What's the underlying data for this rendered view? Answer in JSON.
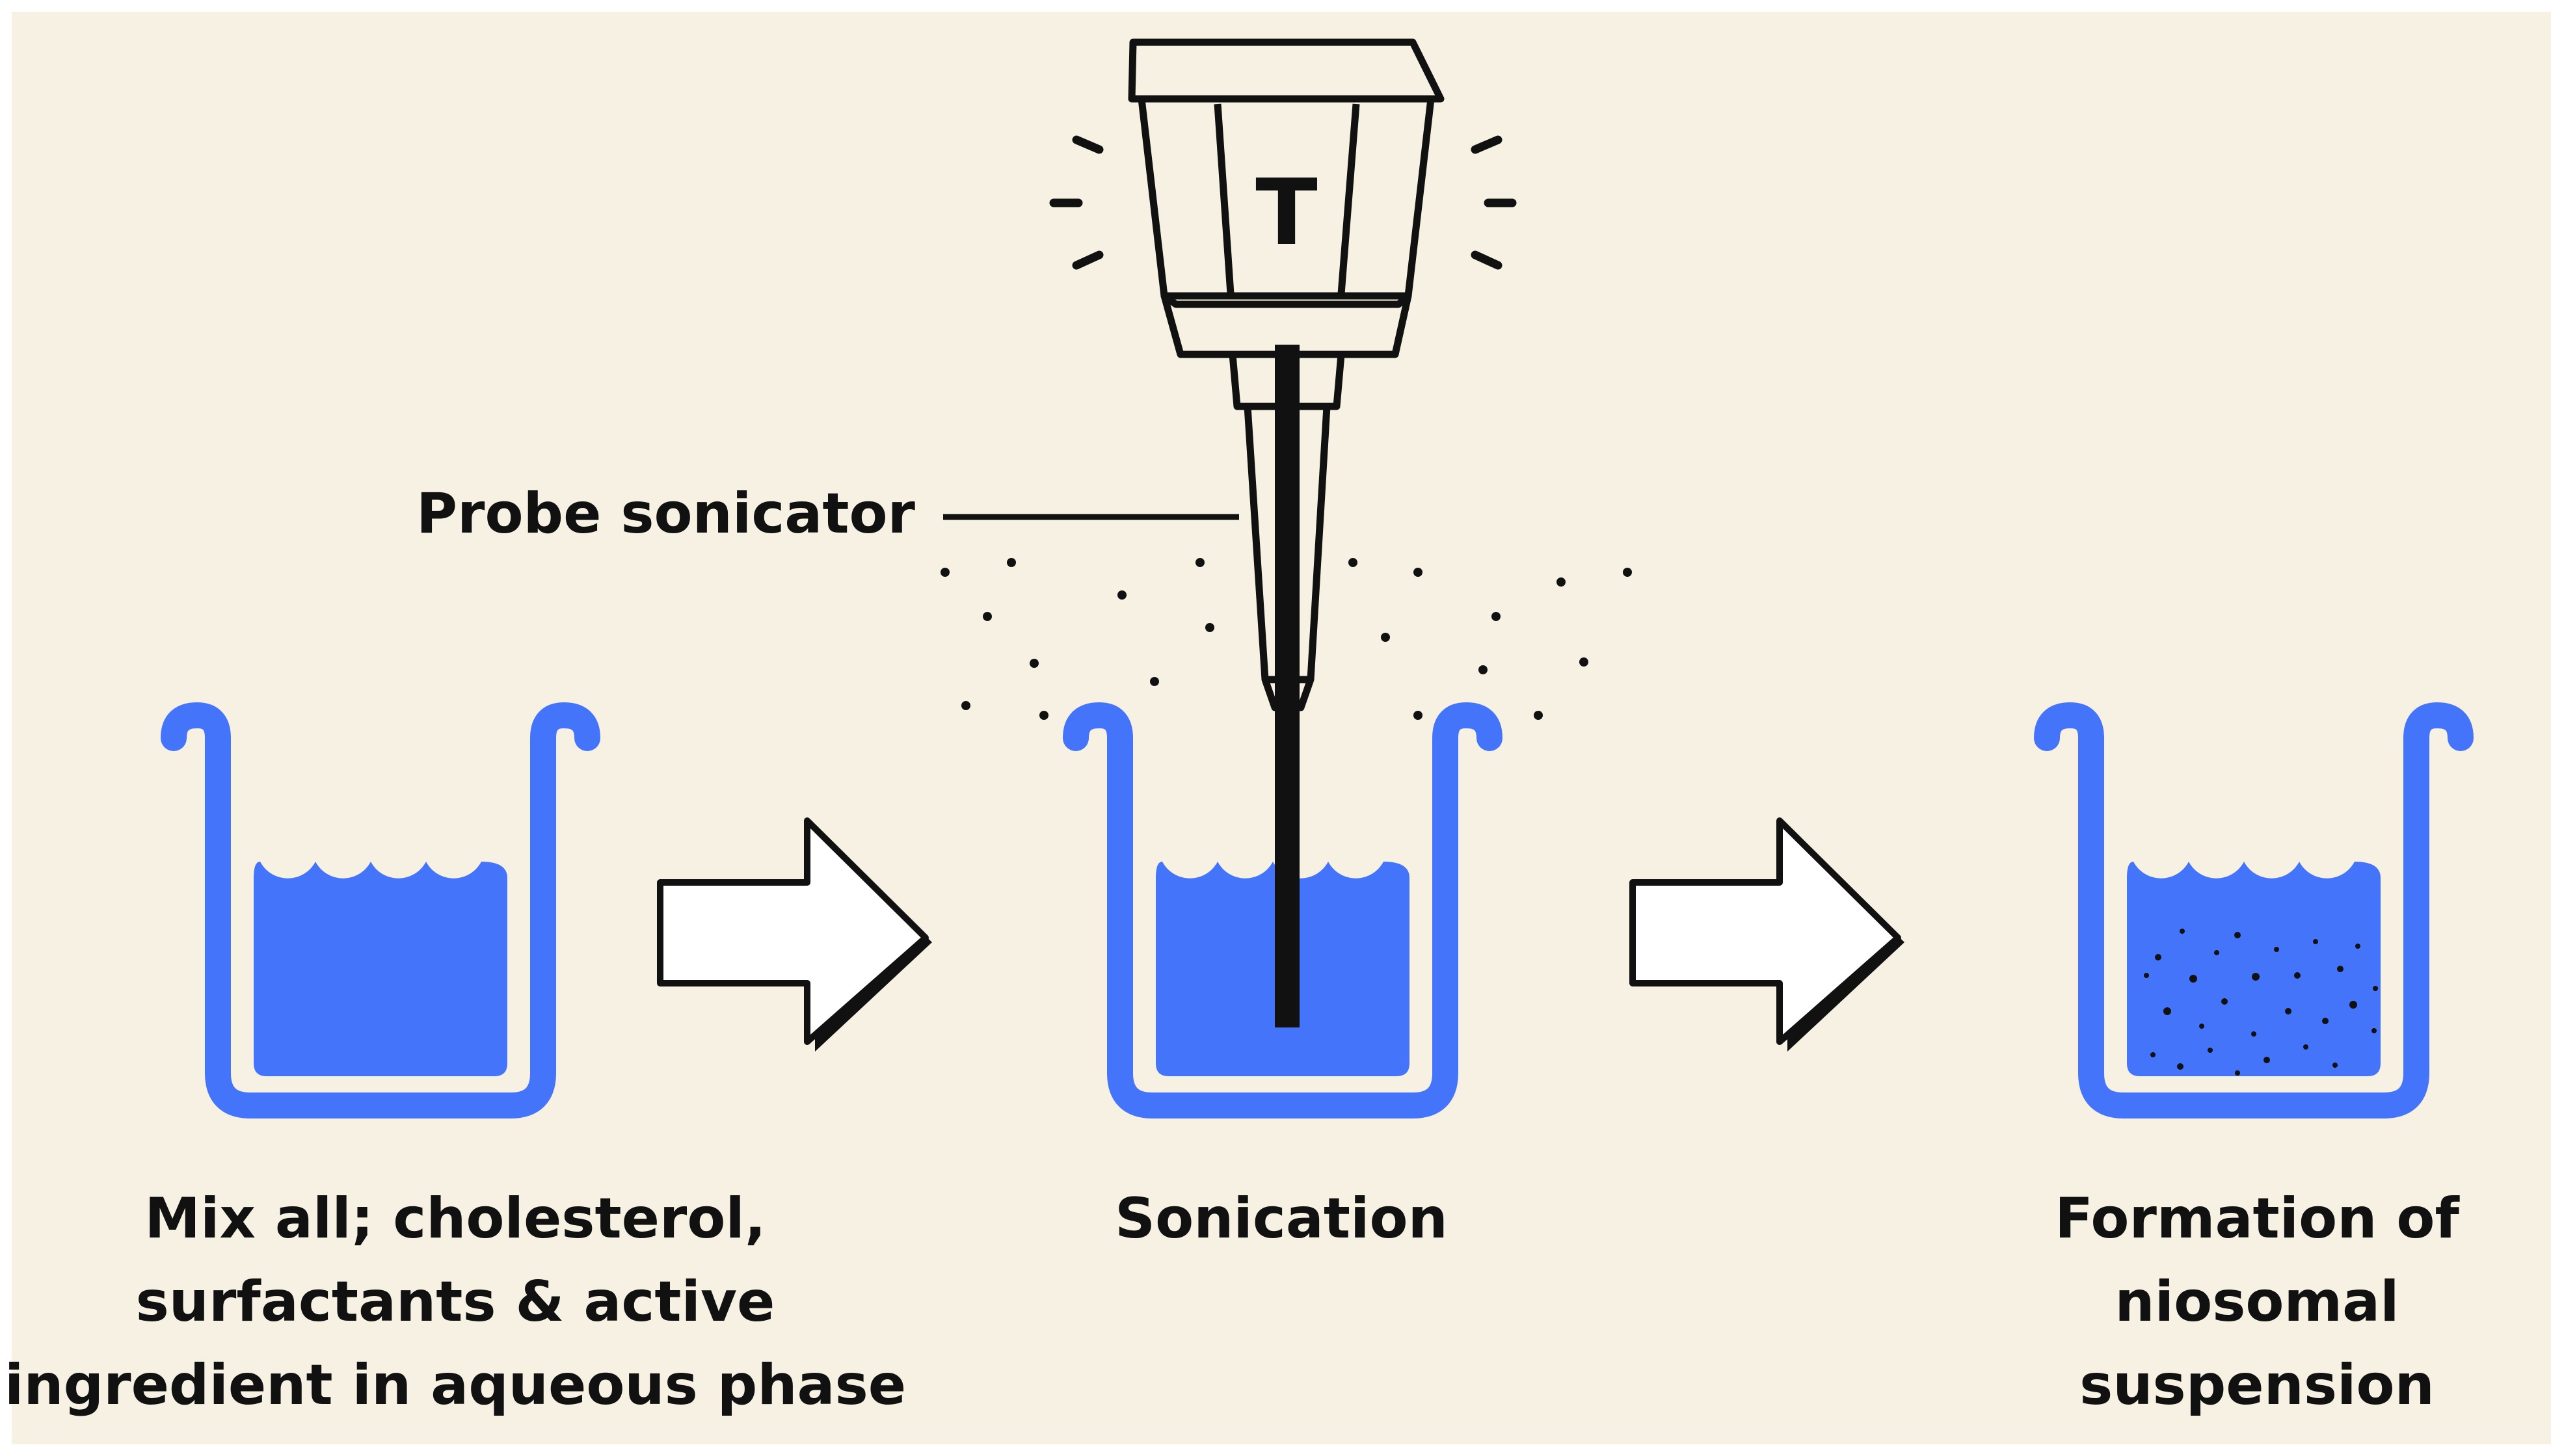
{
  "colors": {
    "background": "#f6f1e3",
    "water": "#4374fa",
    "ink": "#111111",
    "arrow_fill": "#ffffff"
  },
  "probe_label": "Probe sonicator",
  "sonicator_display": "T",
  "steps": [
    {
      "name": "mix",
      "label_lines": [
        "Mix all; cholesterol,",
        "surfactants  & active",
        "ingredient in aqueous phase"
      ]
    },
    {
      "name": "sonication",
      "label_lines": [
        "Sonication"
      ]
    },
    {
      "name": "suspension",
      "label_lines": [
        "Formation of",
        "niosomal",
        "suspension"
      ]
    }
  ]
}
